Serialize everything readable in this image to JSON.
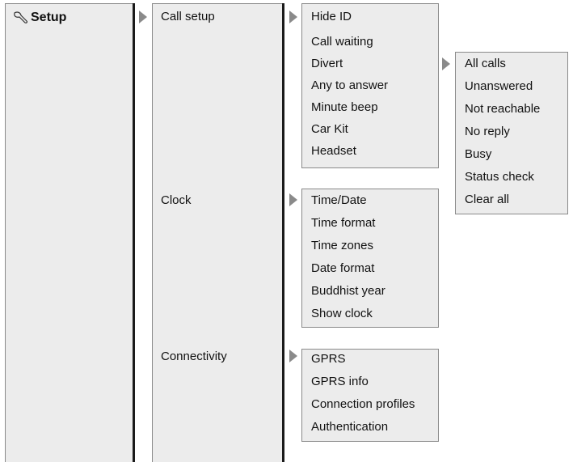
{
  "menu": {
    "icon": "setup-wrench-icon",
    "title": "Setup"
  },
  "submenu": [
    {
      "label": "Call setup"
    },
    {
      "label": "Clock"
    },
    {
      "label": "Connectivity"
    }
  ],
  "call_setup_items": [
    "Hide ID",
    "Call waiting",
    "Divert",
    "Any to answer",
    "Minute beep",
    "Car Kit",
    "Headset"
  ],
  "divert_items": [
    "All calls",
    "Unanswered",
    "Not reachable",
    "No reply",
    "Busy",
    "Status check",
    "Clear all"
  ],
  "clock_items": [
    "Time/Date",
    "Time format",
    "Time zones",
    "Date format",
    "Buddhist year",
    "Show clock"
  ],
  "connectivity_items": [
    "GPRS",
    "GPRS info",
    "Connection profiles",
    "Authentication"
  ]
}
